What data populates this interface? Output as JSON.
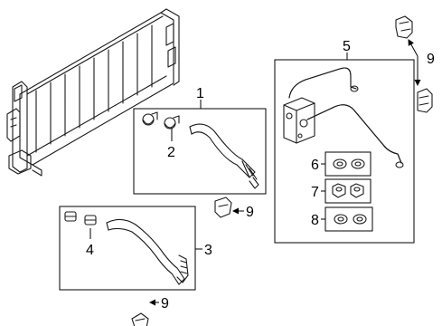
{
  "callouts": {
    "c1": "1",
    "c2": "2",
    "c3": "3",
    "c4": "4",
    "c5": "5",
    "c6": "6",
    "c7": "7",
    "c8": "8",
    "c9a": "9",
    "c9b": "9",
    "c9c": "9"
  }
}
